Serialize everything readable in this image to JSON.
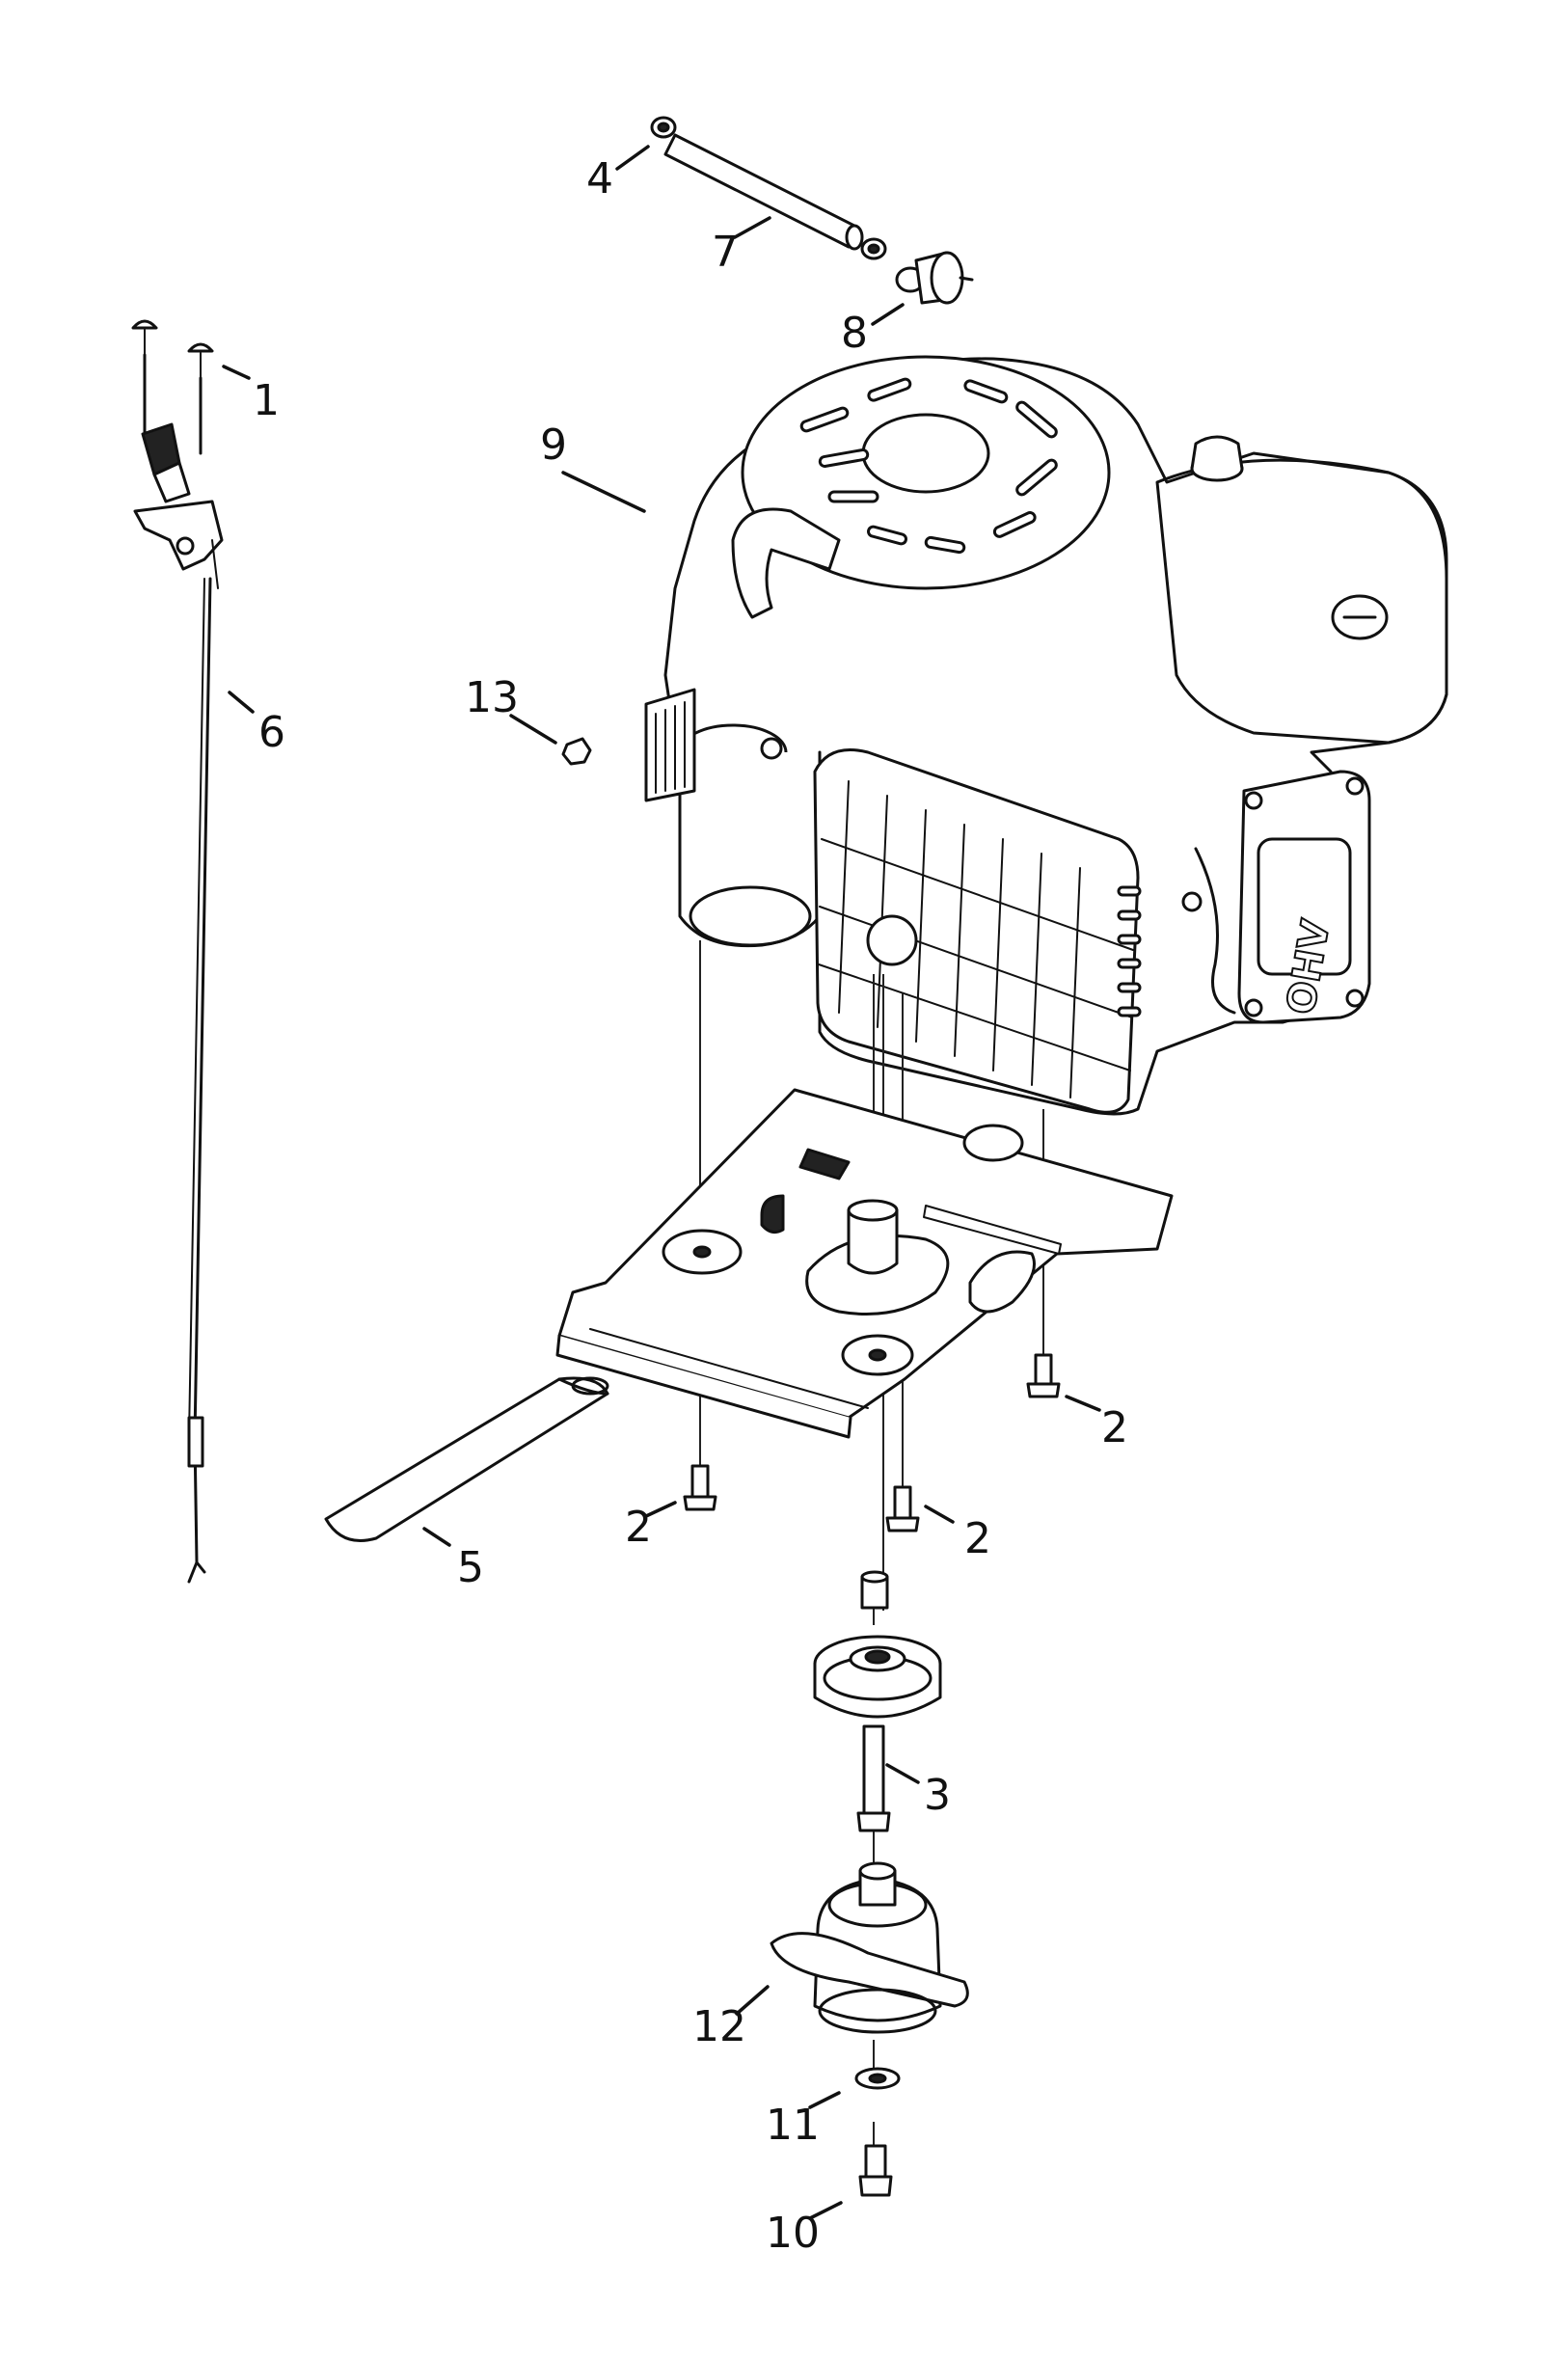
{
  "callouts": {
    "c1": "1",
    "c2a": "2",
    "c2b": "2",
    "c2c": "2",
    "c3": "3",
    "c4": "4",
    "c5": "5",
    "c6": "6",
    "c7": "7",
    "c8": "8",
    "c9": "9",
    "c10": "10",
    "c11": "11",
    "c12": "12",
    "c13": "13"
  },
  "engine_badge": "OHV"
}
